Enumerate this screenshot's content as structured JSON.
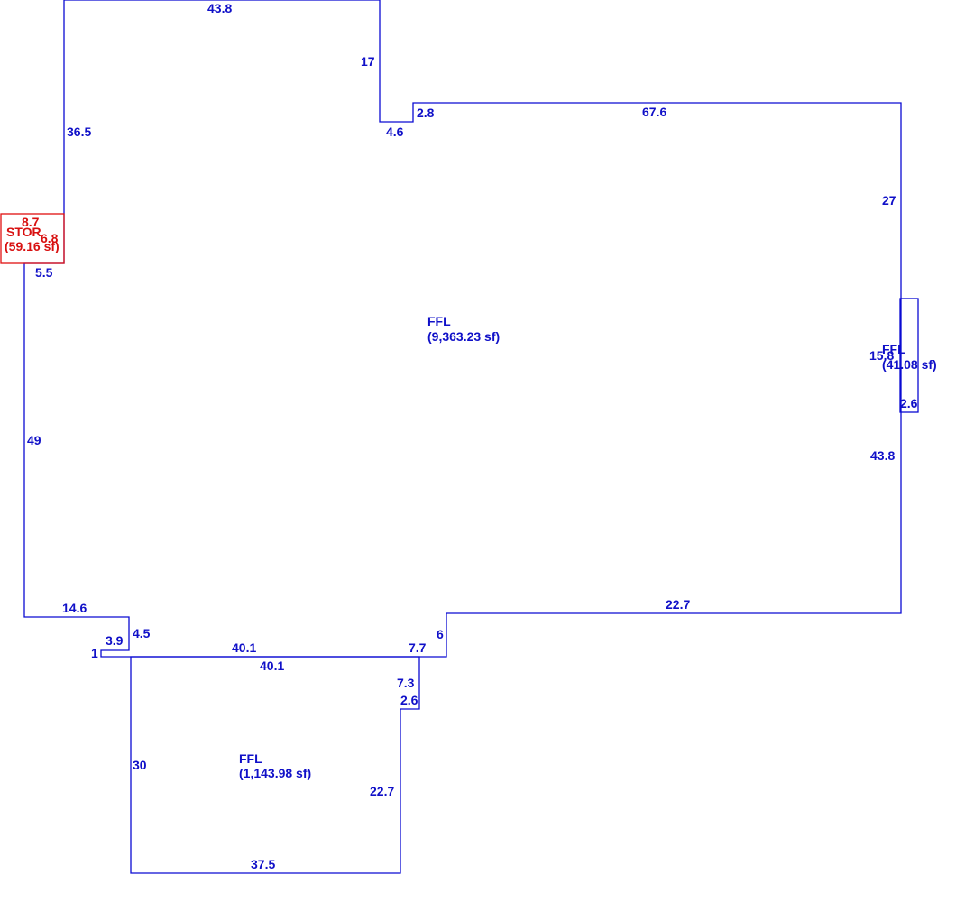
{
  "plan": {
    "colors": {
      "main": "#0a0ad2",
      "storage": "#e01010"
    },
    "rooms": {
      "main_floor": {
        "name": "FFL",
        "area": "(9,363.23 sf)"
      },
      "lower_floor": {
        "name": "FFL",
        "area": "(1,143.98 sf)"
      },
      "storage": {
        "name": "STOR",
        "area": "(59.16 sf)"
      },
      "bump_out": {
        "name": "FFL",
        "area": "(41.08 sf)"
      }
    },
    "dimensions": {
      "top_wall": "43.8",
      "notch_drop": "17",
      "notch_rise": "2.8",
      "notch_width": "4.6",
      "upper_right_wall": "67.6",
      "left_upper_wall": "36.5",
      "right_upper_wall": "27",
      "storage_top": "8.7",
      "storage_side": "6.8",
      "left_offset": "5.5",
      "bump_height": "15.8",
      "bump_depth": "2.6",
      "right_lower_wall": "43.8",
      "left_lower_wall": "49",
      "lower_right_wall": "22.7",
      "step_left": "14.6",
      "step_drop": "4.5",
      "step_small": "3.9",
      "step_one": "1",
      "mid_wall_outer": "40.1",
      "mid_wall_inner": "40.1",
      "mid_right_short": "7.7",
      "mid_right_rise": "6",
      "lower_right_drop": "7.3",
      "lower_right_jog": "2.6",
      "lower_left_wall": "30",
      "lower_bottom_wall": "37.5"
    }
  }
}
